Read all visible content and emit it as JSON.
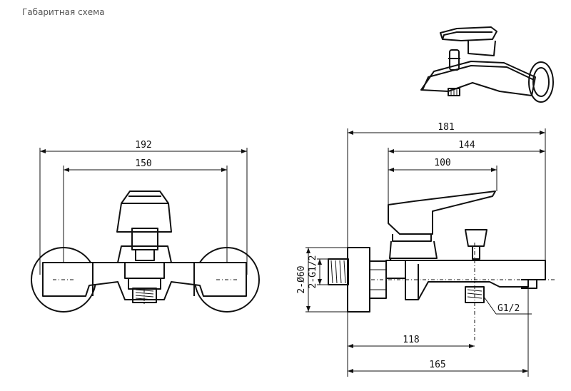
{
  "header": {
    "title": "Габаритная схема"
  },
  "front_view": {
    "overall_width": "192",
    "inlet_spacing": "150"
  },
  "side_view": {
    "depth_total": "181",
    "depth_lever": "144",
    "lever_length": "100",
    "flange_diameter": "2-Ø60",
    "inlet_thread": "2-G1/2",
    "outlet_thread": "G1/2",
    "spout_outlet_distance": "118",
    "spout_length": "165"
  },
  "colors": {
    "line": "#111111",
    "title": "#555555"
  }
}
